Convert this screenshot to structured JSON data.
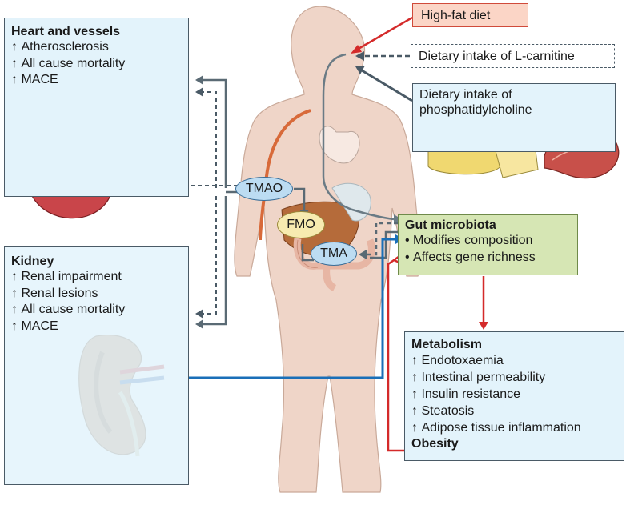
{
  "heart_box": {
    "title": "Heart and vessels",
    "items": [
      "Atherosclerosis",
      "All cause mortality",
      "MACE"
    ]
  },
  "kidney_box": {
    "title": "Kidney",
    "items": [
      "Renal impairment",
      "Renal lesions",
      "All cause mortality",
      "MACE"
    ]
  },
  "diet": {
    "high_fat": "High-fat diet",
    "l_carnitine": "Dietary intake of L-carnitine",
    "phosphatidylcholine_line1": "Dietary intake of",
    "phosphatidylcholine_line2": "phosphatidylcholine"
  },
  "gut_box": {
    "title": "Gut microbiota",
    "items": [
      "Modifies composition",
      "Affects gene richness"
    ]
  },
  "metabolism_box": {
    "title": "Metabolism",
    "items": [
      "Endotoxaemia",
      "Intestinal permeability",
      "Insulin resistance",
      "Steatosis",
      "Adipose tissue inflammation"
    ],
    "footer": "Obesity"
  },
  "molecules": {
    "tmao": "TMAO",
    "fmo": "FMO",
    "tma": "TMA"
  },
  "colors": {
    "red_arrow": "#d42a2a",
    "blue_arrow": "#1a6fb8",
    "grey_arrow": "#5a6a74",
    "body": "#efd5c8",
    "box_blue": "#e3f3fb",
    "box_green": "#d6e6b4"
  }
}
